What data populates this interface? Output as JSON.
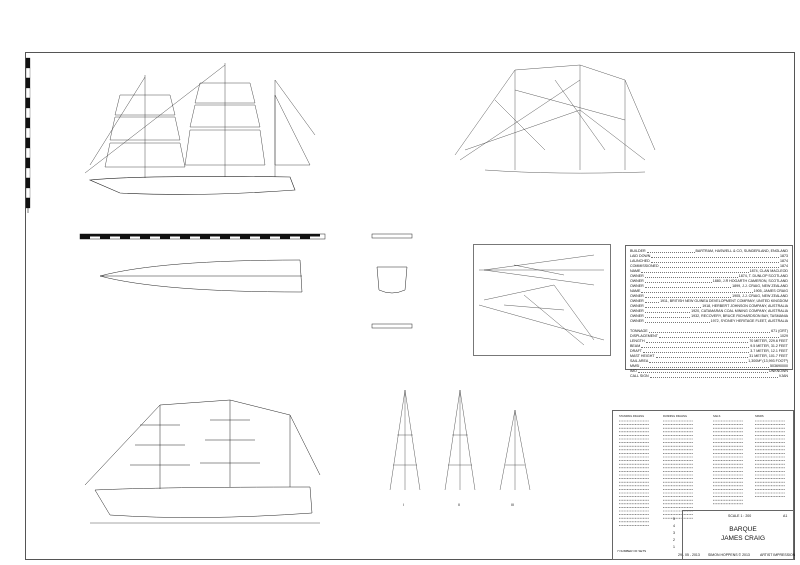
{
  "info": [
    {
      "k": "BUILDER",
      "v": "BARTRAM, HASWELL & CO, SUNDERLAND, ENGLAND"
    },
    {
      "k": "LAID DOWN",
      "v": "1873"
    },
    {
      "k": "LAUNCHED",
      "v": "1874"
    },
    {
      "k": "COMMISSIONED",
      "v": "1874"
    },
    {
      "k": "NAME",
      "v": "1874, CLAN MACLEOD"
    },
    {
      "k": "OWNER",
      "v": "1874, T. DUNLOP SCOTLAND"
    },
    {
      "k": "OWNER",
      "v": "1880, J.R HOGARTH CAMERON, SCOTLAND"
    },
    {
      "k": "OWNER",
      "v": "1899, J.J. CRAIG, NEW ZEALAND"
    },
    {
      "k": "NAME",
      "v": "1905, JAMES CRAIG"
    },
    {
      "k": "OWNER",
      "v": "1905, J.J. CRAIG, NEW ZEALAND"
    },
    {
      "k": "OWNER",
      "v": "1911, BRITISH NEW GUINEA DEVELOPMENT COMPANY, UNITED KINGDOM"
    },
    {
      "k": "OWNER",
      "v": "1918, HERBERT JOHNSON COMPANY, AUSTRALIA"
    },
    {
      "k": "OWNER",
      "v": "1920, CATAMARAN COAL MINING COMPANY, AUSTRALIA"
    },
    {
      "k": "OWNER",
      "v": "1932, RECOVERY, BRUCE RICHARDSON BAY, TASMANIA"
    },
    {
      "k": "OWNER",
      "v": "1972, SYDNEY HERITAGE FLEET, AUSTRALIA"
    }
  ],
  "specs": [
    {
      "k": "TONNAGE",
      "v": "671 (GRT)"
    },
    {
      "k": "DISPLACEMENT",
      "v": "1029"
    },
    {
      "k": "LENGTH",
      "v": "70 METER, 229.6 FEET"
    },
    {
      "k": "BEAM",
      "v": "9.5 METER, 31.2 FEET"
    },
    {
      "k": "DRAFT",
      "v": "3.7 METER, 12.1 FEET"
    },
    {
      "k": "MAST HEIGHT",
      "v": "31 METER, 101.7 FEET"
    },
    {
      "k": "SAIL AREA",
      "v": "1,300M² (13,993 FOOT²)"
    },
    {
      "k": "MMSI",
      "v": "503690000"
    },
    {
      "k": "IMO",
      "v": "UNKNOWN"
    },
    {
      "k": "CALL SIGN",
      "v": "VJAN"
    }
  ],
  "legend_headers": [
    "STANDING RIGGING",
    "RUNNING RIGGING",
    "SAILS",
    "SPARS"
  ],
  "title_block": {
    "scale": "SCALE 1 : 200",
    "sheet": "A1",
    "type": "BARQUE",
    "name": "JAMES CRAIG",
    "date": "29 - 05 - 2013",
    "author": "SIMON HOPPENS © 2013",
    "note": "ARTIST IMPRESSION",
    "revisions": [
      "5",
      "4",
      "3",
      "2",
      "1"
    ],
    "footer_note": "7  NUMBER OF SETS"
  },
  "mast_labels": [
    "I",
    "II",
    "III"
  ],
  "colors": {
    "line": "#222222",
    "frame": "#555555"
  }
}
